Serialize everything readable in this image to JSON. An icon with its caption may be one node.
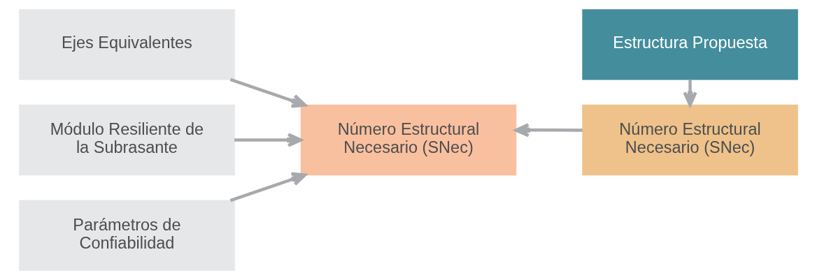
{
  "diagram": {
    "nodes": [
      {
        "text": [
          "Ejes Equivalentes"
        ]
      },
      {
        "text": [
          "Módulo Resiliente de la Subrasante"
        ]
      },
      {
        "text": [
          "Parámetros de Confiabilidad"
        ]
      },
      {
        "text": [
          "Número Estructural Necesario (SNec)"
        ]
      },
      {
        "text": [
          "Estructura Propuesta"
        ]
      },
      {
        "text": [
          "Número Estructural Necesario (SNec)"
        ]
      }
    ],
    "edges": [
      {
        "from": 0,
        "to": 3,
        "arrow": "to"
      },
      {
        "from": 1,
        "to": 3,
        "arrow": "to"
      },
      {
        "from": 2,
        "to": 3,
        "arrow": "to"
      },
      {
        "from": 4,
        "to": 5,
        "arrow": "to"
      },
      {
        "from": 5,
        "to": 3,
        "arrow": "to"
      }
    ]
  }
}
